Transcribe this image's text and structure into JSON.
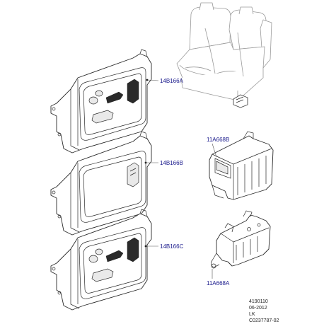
{
  "labels": {
    "part_a": "14B166A",
    "part_b": "14B166B",
    "part_c": "14B166C",
    "switch_b": "11A668B",
    "switch_a": "11A668A"
  },
  "footer": {
    "line1": "4190110",
    "line2": "06-2012",
    "line3": "LK",
    "line4": "C0237787-02"
  },
  "colors": {
    "label": "#1a1a8c",
    "line": "#2a2a2a",
    "seat_outline": "#9a9a9a"
  }
}
